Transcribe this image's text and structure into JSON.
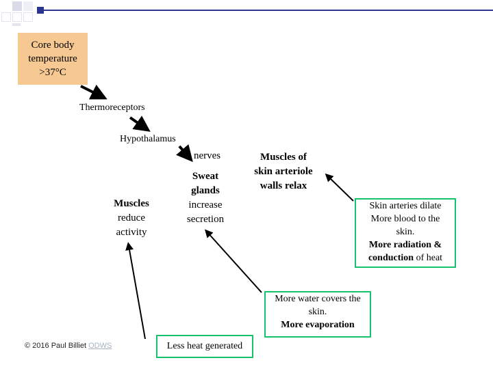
{
  "diagram": {
    "core_box": {
      "line1": "Core body",
      "line2": "temperature",
      "line3": ">37°C",
      "fill": "#f6c892"
    },
    "thermoreceptors": "Thermoreceptors",
    "hypothalamus": "Hypothalamus",
    "nerves": "nerves",
    "muscles": {
      "line1": "Muscles",
      "line2": "reduce",
      "line3": "activity"
    },
    "sweat": {
      "line1": "Sweat",
      "line2": "glands",
      "line3": "increase",
      "line4": "secretion"
    },
    "arteriole": {
      "line1": "Muscles of",
      "line2": "skin arteriole",
      "line3": "walls relax"
    },
    "arteries_box": {
      "line1": "Skin arteries dilate",
      "line2": "More blood to the",
      "line3": "skin.",
      "line4_bold": "More radiation &",
      "line5_bold": "conduction",
      "line5_rest": " of heat"
    },
    "water_box": {
      "line1": "More water covers the",
      "line2": "skin.",
      "line3_bold": "More evaporation"
    },
    "heat_box": "Less heat generated",
    "box_border_color": "#16c26b"
  },
  "footer": {
    "copyright": "© 2016 Paul Billiet ",
    "link": "ODWS"
  },
  "decor": {
    "bar_color": "#2b3590",
    "square_colors": [
      "#d3d3e6",
      "#ffffff",
      "#a9acd3"
    ]
  }
}
